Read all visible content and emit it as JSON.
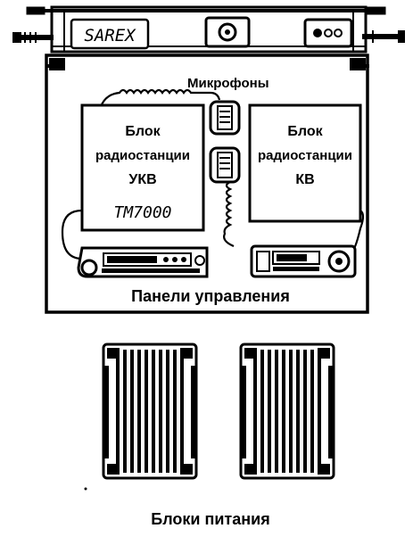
{
  "figure": {
    "handwritten_label": "SAREX",
    "labels": {
      "microphones": "Микрофоны",
      "vhf_unit": {
        "line1": "Блок",
        "line2": "радиостанции",
        "line3": "УКВ"
      },
      "hf_unit": {
        "line1": "Блок",
        "line2": "радиостанции",
        "line3": "КВ"
      },
      "model_handwritten": "TM7000",
      "control_panels": "Панели управления",
      "power_units": "Блоки питания"
    },
    "colors": {
      "ink": "#000000",
      "paper": "#ffffff"
    }
  }
}
